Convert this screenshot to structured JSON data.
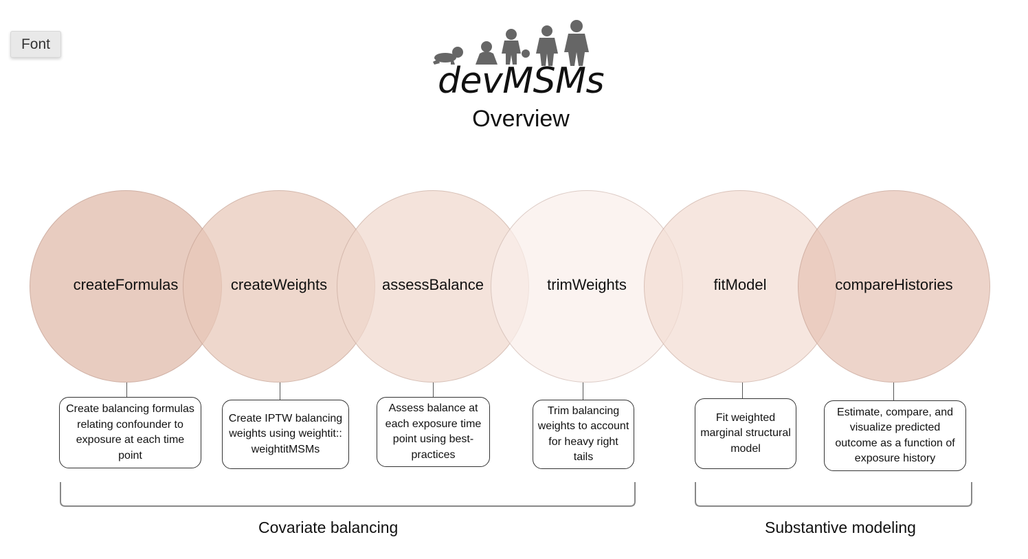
{
  "toolbar": {
    "font_button_label": "Font"
  },
  "header": {
    "logo_icon": "children-growth-silhouettes-icon",
    "title": "devMSMs",
    "subtitle": "Overview"
  },
  "steps": [
    {
      "name": "createFormulas",
      "description": "Create balancing formulas relating confounder to exposure at each time point",
      "fill": "#dfb9a7"
    },
    {
      "name": "createWeights",
      "description": "Create IPTW balancing weights using weightit:: weightitMSMs",
      "fill": "#e8c7b8"
    },
    {
      "name": "assessBalance",
      "description": "Assess balance at each exposure time point using best-practices",
      "fill": "#f0d8cd"
    },
    {
      "name": "trimWeights",
      "description": "Trim balancing weights to account for heavy right tails",
      "fill": "#faeeea"
    },
    {
      "name": "fitModel",
      "description": "Fit weighted marginal structural model",
      "fill": "#f3dcd2"
    },
    {
      "name": "compareHistories",
      "description": "Estimate, compare, and visualize predicted outcome as a function of exposure history",
      "fill": "#e6c4b5"
    }
  ],
  "groups": {
    "covariate_balancing": "Covariate balancing",
    "substantive_modeling": "Substantive modeling"
  },
  "colors": {
    "bracket": "#888888",
    "box_border": "#333333",
    "logo": "#666666"
  }
}
